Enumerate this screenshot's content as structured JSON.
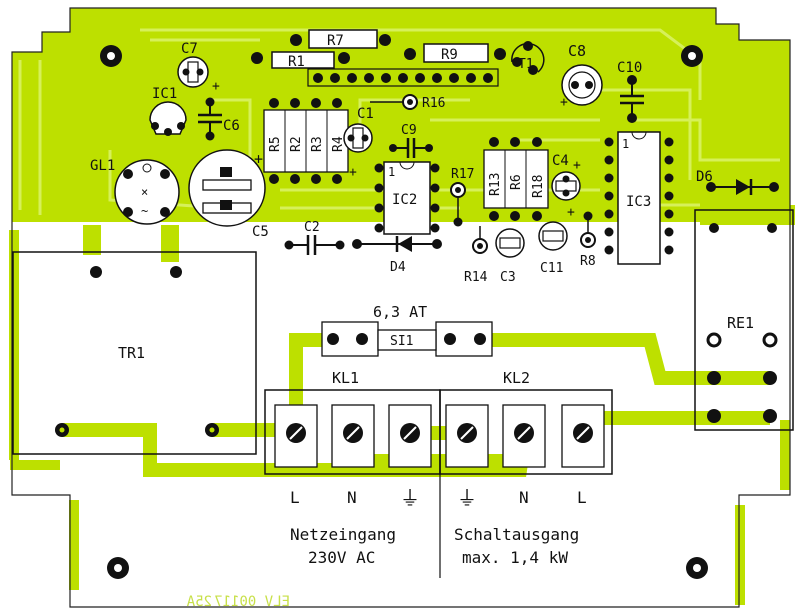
{
  "components": {
    "c7": "C7",
    "ic1": "IC1",
    "c6": "C6",
    "gl1": "GL1",
    "c5": "C5",
    "r1": "R1",
    "r7": "R7",
    "r9": "R9",
    "t1": "T1",
    "c8": "C8",
    "c10": "C10",
    "r16": "R16",
    "c1": "C1",
    "c9": "C9",
    "r5": "R5",
    "r2": "R2",
    "r3": "R3",
    "r4": "R4",
    "ic2": "IC2",
    "r17": "R17",
    "r13": "R13",
    "r6": "R6",
    "r18": "R18",
    "c4": "C4",
    "ic3": "IC3",
    "d6": "D6",
    "c2": "C2",
    "d4": "D4",
    "r14": "R14",
    "c3": "C3",
    "c11": "C11",
    "r8": "R8",
    "tr1": "TR1",
    "re1": "RE1",
    "si1": "SI1",
    "fuse_rating": "6,3 AT",
    "kl1": "KL1",
    "kl2": "KL2"
  },
  "terminals": {
    "left": [
      "L",
      "N",
      "⏚"
    ],
    "right": [
      "⏚",
      "N",
      "L"
    ]
  },
  "captions": {
    "input_line1": "Netzeingang",
    "input_line2": "230V AC",
    "output_line1": "Schaltausgang",
    "output_line2": "max. 1,4 kW"
  },
  "board_id": "ELV 00117",
  "board_id_suffix": "25A",
  "polarity_plus": "+",
  "pin1": "1",
  "colors": {
    "pcb": "#bde000",
    "trace": "#a6d400",
    "ink": "#111111",
    "pad": "#111111",
    "board_text": "#c8e04a"
  }
}
